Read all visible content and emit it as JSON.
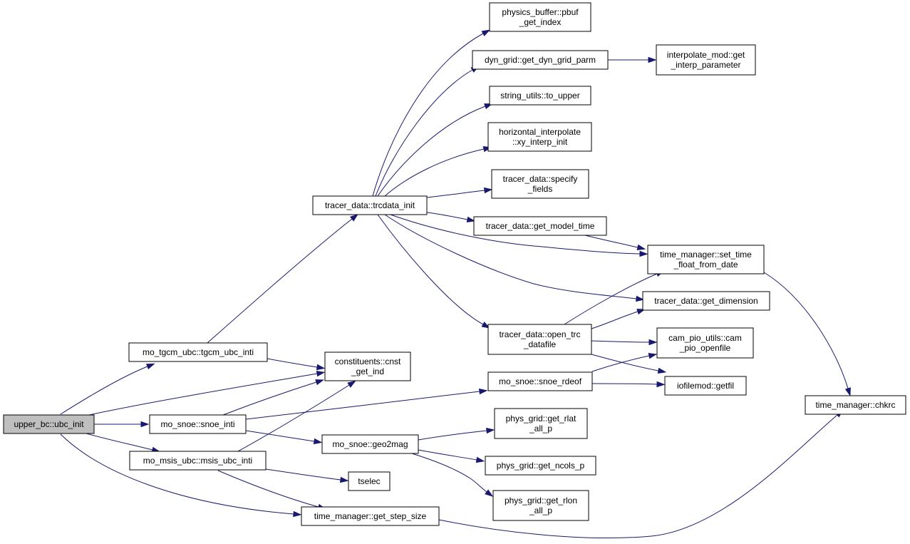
{
  "colors": {
    "edge": "#191970",
    "node_border": "#000000",
    "node_fill": "#ffffff",
    "root_fill": "#bfbfbf"
  },
  "nodes": [
    {
      "id": "upper_bc_init",
      "lines": [
        "upper_bc::ubc_init"
      ],
      "root": true
    },
    {
      "id": "tgcm_ubc_inti",
      "lines": [
        "mo_tgcm_ubc::tgcm_ubc_inti"
      ]
    },
    {
      "id": "snoe_inti",
      "lines": [
        "mo_snoe::snoe_inti"
      ]
    },
    {
      "id": "msis_ubc_inti",
      "lines": [
        "mo_msis_ubc::msis_ubc_inti"
      ]
    },
    {
      "id": "trcdata_init",
      "lines": [
        "tracer_data::trcdata_init"
      ]
    },
    {
      "id": "cnst_get_ind",
      "lines": [
        "constituents::cnst",
        "_get_ind"
      ]
    },
    {
      "id": "get_step_size",
      "lines": [
        "time_manager::get_step_size"
      ]
    },
    {
      "id": "snoe_rdeof",
      "lines": [
        "mo_snoe::snoe_rdeof"
      ]
    },
    {
      "id": "geo2mag",
      "lines": [
        "mo_snoe::geo2mag"
      ]
    },
    {
      "id": "tselec",
      "lines": [
        "tselec"
      ]
    },
    {
      "id": "pbuf_get_index",
      "lines": [
        "physics_buffer::pbuf",
        "_get_index"
      ]
    },
    {
      "id": "get_dyn_grid_parm",
      "lines": [
        "dyn_grid::get_dyn_grid_parm"
      ]
    },
    {
      "id": "to_upper",
      "lines": [
        "string_utils::to_upper"
      ]
    },
    {
      "id": "xy_interp_init",
      "lines": [
        "horizontal_interpolate",
        "::xy_interp_init"
      ]
    },
    {
      "id": "specify_fields",
      "lines": [
        "tracer_data::specify",
        "_fields"
      ]
    },
    {
      "id": "get_model_time",
      "lines": [
        "tracer_data::get_model_time"
      ]
    },
    {
      "id": "open_trc_datafile",
      "lines": [
        "tracer_data::open_trc",
        "_datafile"
      ]
    },
    {
      "id": "get_rlat_all_p",
      "lines": [
        "phys_grid::get_rlat",
        "_all_p"
      ]
    },
    {
      "id": "get_ncols_p",
      "lines": [
        "phys_grid::get_ncols_p"
      ]
    },
    {
      "id": "get_rlon_all_p",
      "lines": [
        "phys_grid::get_rlon",
        "_all_p"
      ]
    },
    {
      "id": "get_interp_parameter",
      "lines": [
        "interpolate_mod::get",
        "_interp_parameter"
      ]
    },
    {
      "id": "set_time_float_from_date",
      "lines": [
        "time_manager::set_time",
        "_float_from_date"
      ]
    },
    {
      "id": "get_dimension",
      "lines": [
        "tracer_data::get_dimension"
      ]
    },
    {
      "id": "cam_pio_openfile",
      "lines": [
        "cam_pio_utils::cam",
        "_pio_openfile"
      ]
    },
    {
      "id": "getfil",
      "lines": [
        "iofilemod::getfil"
      ]
    },
    {
      "id": "chkrc",
      "lines": [
        "time_manager::chkrc"
      ]
    }
  ],
  "edges": [
    [
      "upper_bc_init",
      "tgcm_ubc_inti"
    ],
    [
      "upper_bc_init",
      "cnst_get_ind"
    ],
    [
      "upper_bc_init",
      "snoe_inti"
    ],
    [
      "upper_bc_init",
      "msis_ubc_inti"
    ],
    [
      "upper_bc_init",
      "get_step_size"
    ],
    [
      "tgcm_ubc_inti",
      "trcdata_init"
    ],
    [
      "tgcm_ubc_inti",
      "cnst_get_ind"
    ],
    [
      "snoe_inti",
      "cnst_get_ind"
    ],
    [
      "snoe_inti",
      "snoe_rdeof"
    ],
    [
      "snoe_inti",
      "geo2mag"
    ],
    [
      "msis_ubc_inti",
      "cnst_get_ind"
    ],
    [
      "msis_ubc_inti",
      "tselec"
    ],
    [
      "msis_ubc_inti",
      "get_step_size"
    ],
    [
      "trcdata_init",
      "pbuf_get_index"
    ],
    [
      "trcdata_init",
      "get_dyn_grid_parm"
    ],
    [
      "trcdata_init",
      "to_upper"
    ],
    [
      "trcdata_init",
      "xy_interp_init"
    ],
    [
      "trcdata_init",
      "specify_fields"
    ],
    [
      "trcdata_init",
      "get_model_time"
    ],
    [
      "trcdata_init",
      "set_time_float_from_date"
    ],
    [
      "trcdata_init",
      "get_dimension"
    ],
    [
      "trcdata_init",
      "open_trc_datafile"
    ],
    [
      "get_dyn_grid_parm",
      "get_interp_parameter"
    ],
    [
      "get_model_time",
      "set_time_float_from_date"
    ],
    [
      "set_time_float_from_date",
      "chkrc"
    ],
    [
      "open_trc_datafile",
      "set_time_float_from_date"
    ],
    [
      "open_trc_datafile",
      "get_dimension"
    ],
    [
      "open_trc_datafile",
      "cam_pio_openfile"
    ],
    [
      "open_trc_datafile",
      "getfil"
    ],
    [
      "snoe_rdeof",
      "cam_pio_openfile"
    ],
    [
      "snoe_rdeof",
      "getfil"
    ],
    [
      "geo2mag",
      "get_rlat_all_p"
    ],
    [
      "geo2mag",
      "get_ncols_p"
    ],
    [
      "geo2mag",
      "get_rlon_all_p"
    ],
    [
      "get_step_size",
      "chkrc"
    ]
  ]
}
